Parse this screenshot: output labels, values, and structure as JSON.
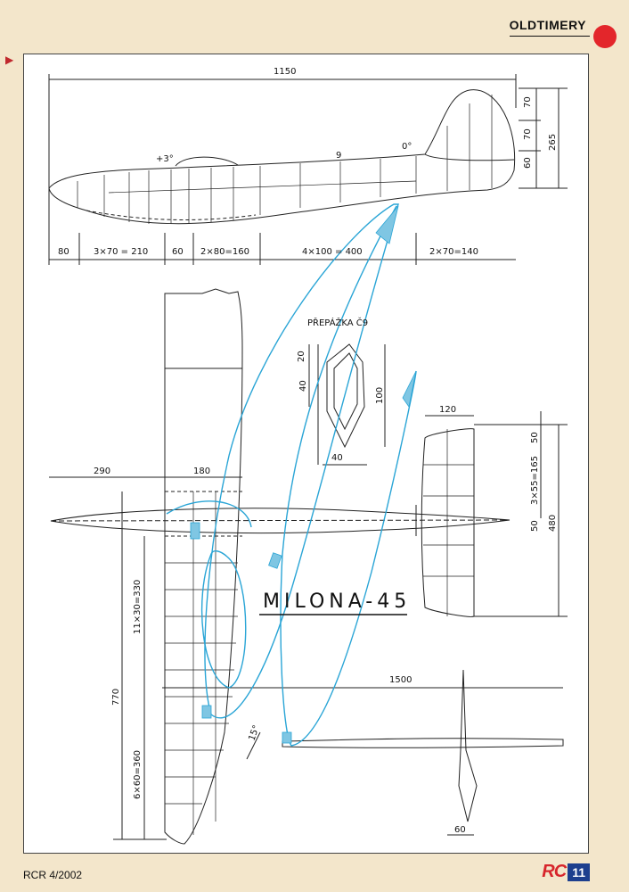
{
  "header": {
    "section": "OLDTIMERY"
  },
  "footer": {
    "issue": "RCR 4/2002",
    "logo": "RC",
    "page": "11"
  },
  "drawing": {
    "title": "MILONA-45",
    "former_label": "PŘEPÁŽKA Č9",
    "side_view": {
      "total_length": "1150",
      "angle_front": "+3°",
      "angle_rear": "0°",
      "former_no": "9",
      "segments": [
        "80",
        "3×70 = 210",
        "60",
        "2×80=160",
        "4×100 = 400",
        "2×70=140"
      ],
      "fin_dims": [
        "70",
        "70",
        "60",
        "265"
      ]
    },
    "former_dims": {
      "top": "20",
      "width_left": "40",
      "height": "100",
      "bottom": "40"
    },
    "wing": {
      "span": "1500",
      "half_nose": "290",
      "root_chord": "180",
      "rib_inner": "11×30=330",
      "rib_outer": "6×60=360",
      "half_span": "770",
      "dihedral": "15°"
    },
    "stab": {
      "chord": "120",
      "tip": "50",
      "ribs": "3×55=165",
      "root": "50",
      "span": "480"
    },
    "front_view": {
      "fin_width": "60"
    }
  }
}
